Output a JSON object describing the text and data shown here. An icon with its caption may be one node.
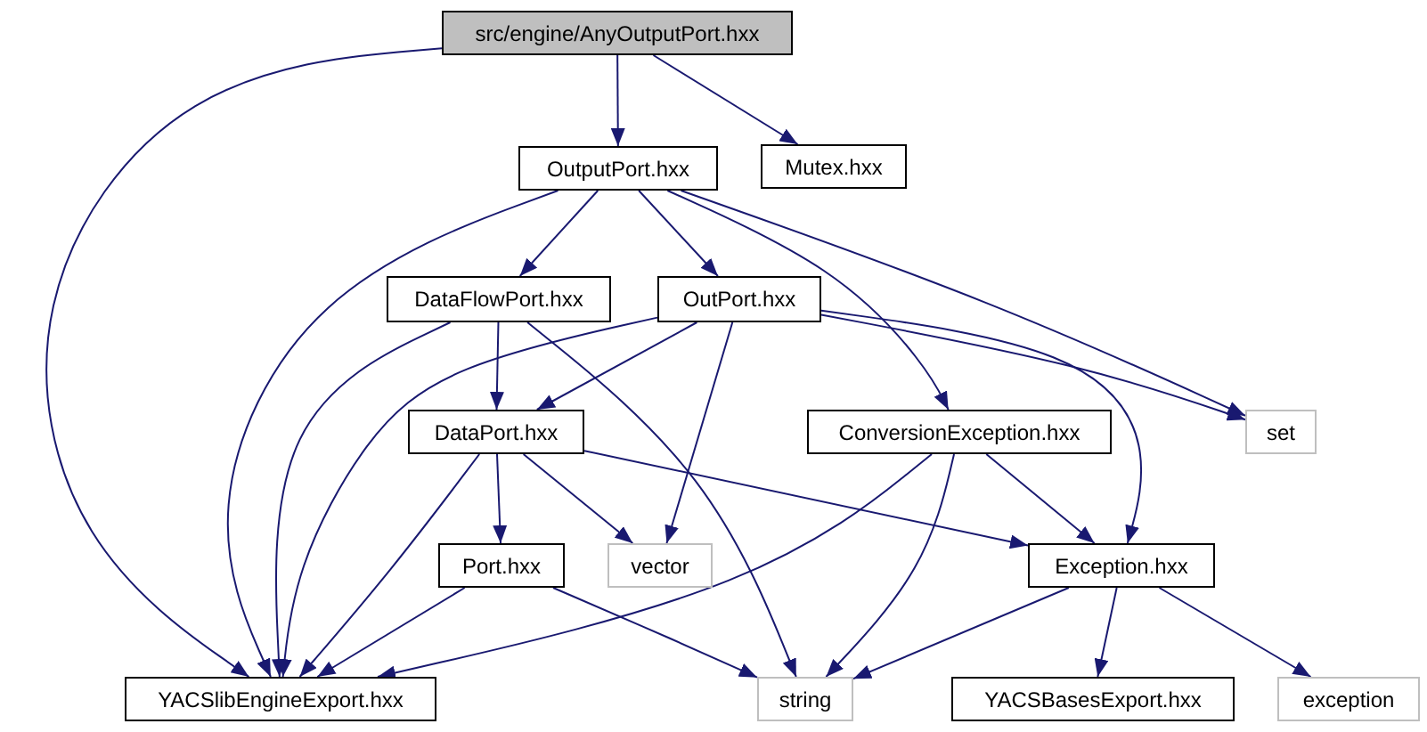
{
  "diagram": {
    "nodes": [
      {
        "text": [
          "src/engine/AnyOutputPort.hxx"
        ]
      },
      {
        "text": [
          "OutputPort.hxx"
        ]
      },
      {
        "text": [
          "Mutex.hxx"
        ]
      },
      {
        "text": [
          "DataFlowPort.hxx"
        ]
      },
      {
        "text": [
          "OutPort.hxx"
        ]
      },
      {
        "text": [
          "DataPort.hxx"
        ]
      },
      {
        "text": [
          "ConversionException.hxx"
        ]
      },
      {
        "text": [
          "set"
        ]
      },
      {
        "text": [
          "Port.hxx"
        ]
      },
      {
        "text": [
          "vector"
        ]
      },
      {
        "text": [
          "Exception.hxx"
        ]
      },
      {
        "text": [
          "YACSlibEngineExport.hxx"
        ]
      },
      {
        "text": [
          "string"
        ]
      },
      {
        "text": [
          "YACSBasesExport.hxx"
        ]
      },
      {
        "text": [
          "exception"
        ]
      }
    ],
    "edges": [
      {
        "from": 0,
        "to": 1,
        "arrow": "to"
      },
      {
        "from": 0,
        "to": 2,
        "arrow": "to"
      },
      {
        "from": 0,
        "to": 11,
        "arrow": "to"
      },
      {
        "from": 1,
        "to": 3,
        "arrow": "to"
      },
      {
        "from": 1,
        "to": 4,
        "arrow": "to"
      },
      {
        "from": 1,
        "to": 11,
        "arrow": "to"
      },
      {
        "from": 1,
        "to": 6,
        "arrow": "to"
      },
      {
        "from": 1,
        "to": 7,
        "arrow": "to"
      },
      {
        "from": 3,
        "to": 5,
        "arrow": "to"
      },
      {
        "from": 3,
        "to": 11,
        "arrow": "to"
      },
      {
        "from": 3,
        "to": 12,
        "arrow": "to"
      },
      {
        "from": 4,
        "to": 5,
        "arrow": "to"
      },
      {
        "from": 4,
        "to": 11,
        "arrow": "to"
      },
      {
        "from": 4,
        "to": 9,
        "arrow": "to"
      },
      {
        "from": 4,
        "to": 10,
        "arrow": "to"
      },
      {
        "from": 4,
        "to": 7,
        "arrow": "to"
      },
      {
        "from": 5,
        "to": 8,
        "arrow": "to"
      },
      {
        "from": 5,
        "to": 9,
        "arrow": "to"
      },
      {
        "from": 5,
        "to": 11,
        "arrow": "to"
      },
      {
        "from": 5,
        "to": 10,
        "arrow": "to"
      },
      {
        "from": 6,
        "to": 10,
        "arrow": "to"
      },
      {
        "from": 6,
        "to": 12,
        "arrow": "to"
      },
      {
        "from": 6,
        "to": 11,
        "arrow": "to"
      },
      {
        "from": 8,
        "to": 11,
        "arrow": "to"
      },
      {
        "from": 8,
        "to": 12,
        "arrow": "to"
      },
      {
        "from": 10,
        "to": 12,
        "arrow": "to"
      },
      {
        "from": 10,
        "to": 13,
        "arrow": "to"
      },
      {
        "from": 10,
        "to": 14,
        "arrow": "to"
      }
    ]
  }
}
